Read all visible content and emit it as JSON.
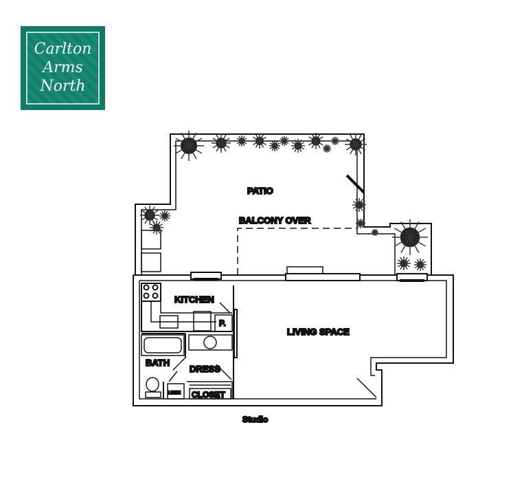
{
  "logo": {
    "line1": "Carlton",
    "line2": "Arms",
    "line3": "North"
  },
  "rooms": {
    "patio": "PATIO",
    "balcony": "BALCONY OVER",
    "kitchen": "KITCHEN",
    "pantry": "P.",
    "living": "LIVING SPACE",
    "bath": "BATH",
    "dress": "DRESS",
    "linen": "LINEN",
    "closet": "CLOSET"
  },
  "caption": "Studio"
}
